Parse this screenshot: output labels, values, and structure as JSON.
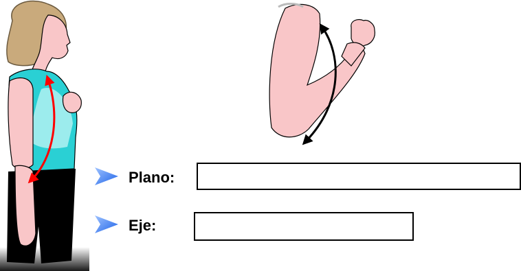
{
  "fields": {
    "plano": {
      "label": "Plano:",
      "value": "",
      "placeholder": ""
    },
    "eje": {
      "label": "Eje:",
      "value": "",
      "placeholder": ""
    }
  },
  "icons": {
    "bullet": "blue-arrowhead-icon",
    "motion_arrow_body": "red-curved-double-arrow",
    "motion_arrow_arm": "black-curved-double-arrow"
  },
  "colors": {
    "shirt": "#2ad0d4",
    "skin": "#f9c6c8",
    "hair": "#c9aa7c",
    "pants": "#000000",
    "arrow_red": "#ff0000",
    "arrow_black": "#000000",
    "bullet_blue": "#1e63e8"
  }
}
